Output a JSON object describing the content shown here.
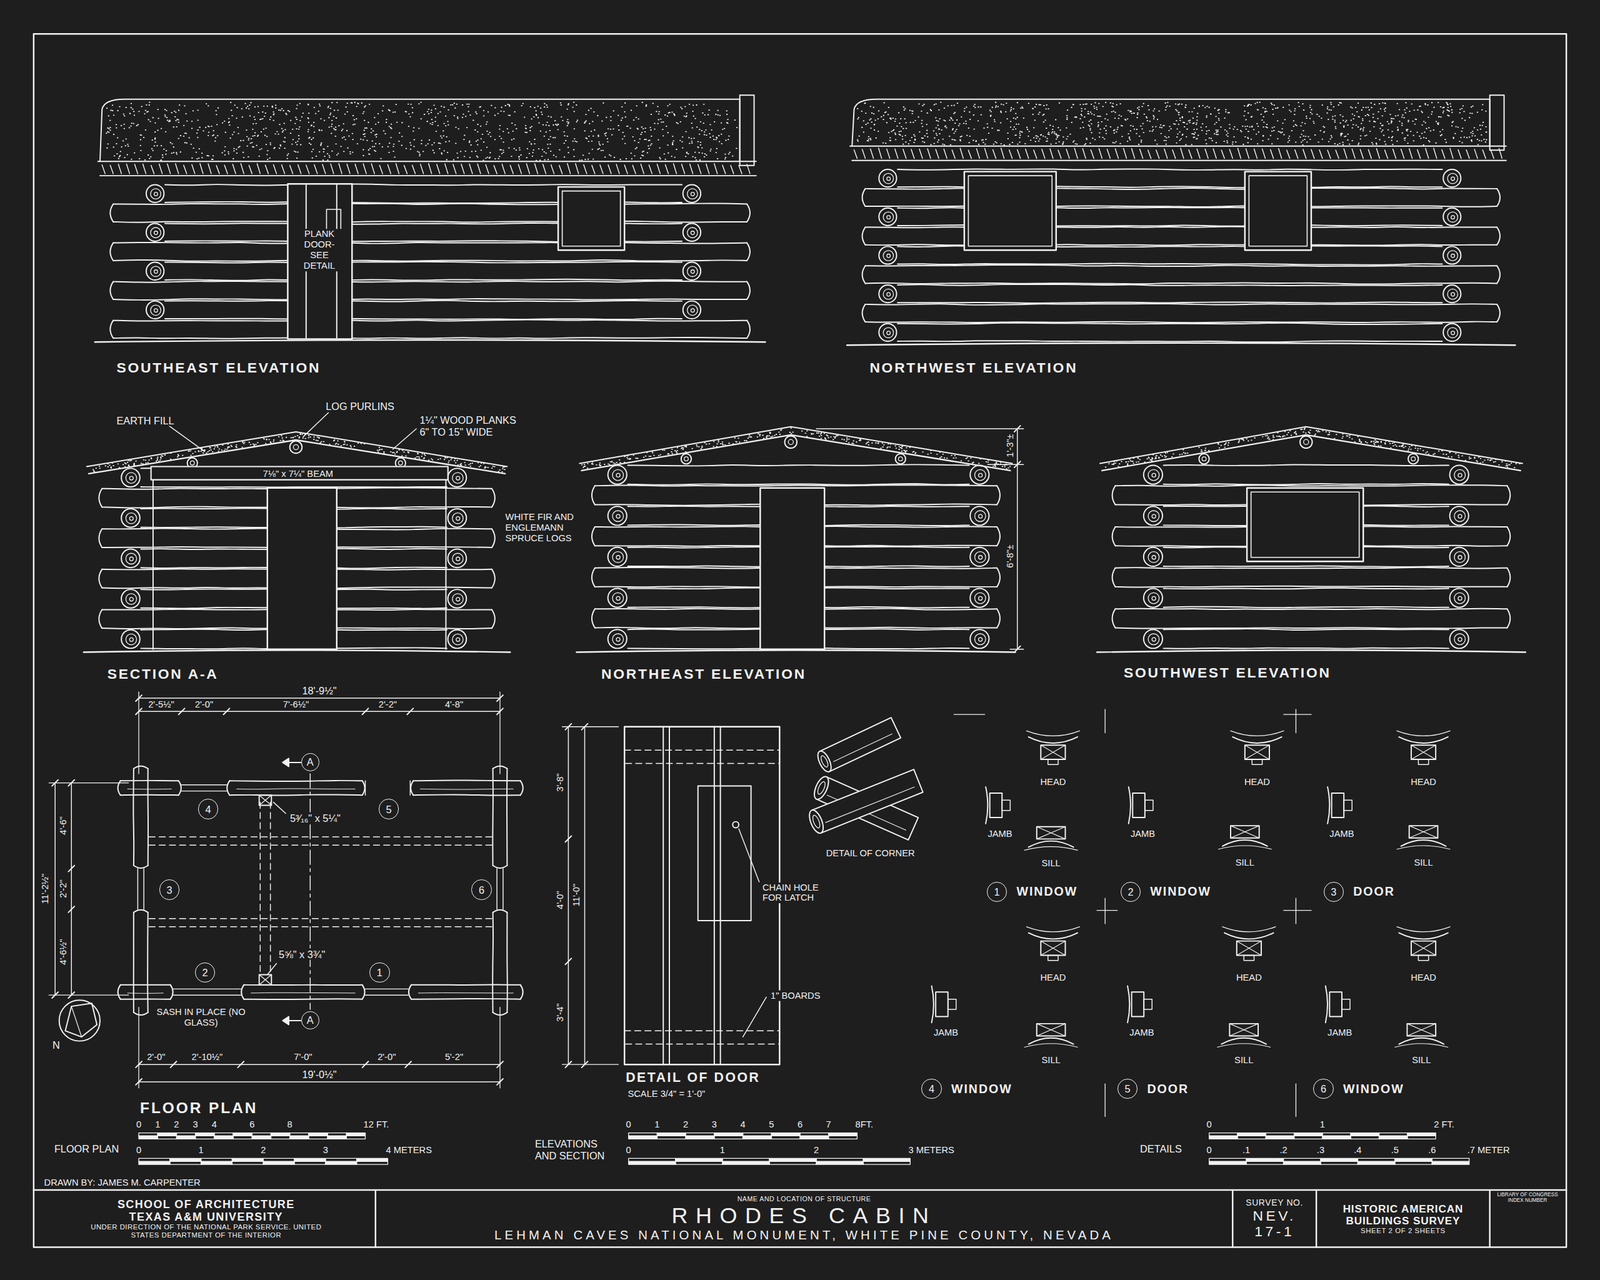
{
  "diagram": {
    "nodes": [
      {
        "text": [
          "A"
        ]
      },
      {
        "text": [
          "4"
        ]
      },
      {
        "text": [
          "5"
        ]
      },
      {
        "text": [
          "3"
        ]
      },
      {
        "text": [
          "6"
        ]
      },
      {
        "text": [
          "2"
        ]
      },
      {
        "text": [
          "1"
        ]
      },
      {
        "text": [
          "A"
        ]
      },
      {
        "text": [
          "1",
          "WINDOW"
        ]
      },
      {
        "text": [
          "2",
          "WINDOW"
        ]
      },
      {
        "text": [
          "3",
          "DOOR"
        ]
      },
      {
        "text": [
          "4",
          "WINDOW"
        ]
      },
      {
        "text": [
          "5",
          "DOOR"
        ]
      },
      {
        "text": [
          "6",
          "WINDOW"
        ]
      },
      {
        "text": [
          "SCHOOL OF ARCHITECTURE TEXAS A&M UNIVERSITY",
          "UNDER DIRECTION OF THE NATIONAL PARK SERVICE. UNITED STATES DEPARTMENT OF THE INTERIOR"
        ]
      },
      {
        "text": [
          "NAME AND LOCATION OF STRUCTURE",
          "RHODES CABIN",
          "LEHMAN CAVES NATIONAL MONUMENT, WHITE PINE COUNTY, NEVADA"
        ]
      },
      {
        "text": [
          "SURVEY NO.",
          "NEV. 17-1"
        ]
      },
      {
        "text": [
          "HISTORIC AMERICAN BUILDINGS SURVEY",
          "SHEET 2 OF 2 SHEETS"
        ]
      },
      {
        "text": [
          "LIBRARY OF CONGRESS INDEX NUMBER"
        ]
      }
    ],
    "labels": [
      "SOUTHEAST ELEVATION",
      "PLANK DOOR- SEE DETAIL",
      "NORTHWEST ELEVATION",
      "EARTH FILL",
      "LOG PURLINS",
      "1¼\" WOOD PLANKS 6\" TO 15\" WIDE",
      "7⅛\" x 7¼\" BEAM",
      "WHITE FIR AND ENGLEMANN SPRUCE LOGS",
      "1'-3\"±",
      "6'-8\"±",
      "SECTION A-A",
      "NORTHEAST ELEVATION",
      "SOUTHWEST ELEVATION",
      "18'-9½\"",
      "2'-5½\"",
      "2'-0\"",
      "7'-6½\"",
      "2'-2\"",
      "4'-8\"",
      "5³⁄₁₆\" x 5¼\"",
      "4'-6\"",
      "11'-2½\"",
      "2'-2\"",
      "4'-6½\"",
      "5⅝\" x 3¾\"",
      "SASH IN PLACE (NO GLASS)",
      "N",
      "2'-0\"",
      "2'-10½\"",
      "7'-0\"",
      "2'-0\"",
      "5'-2\"",
      "19'-0½\"",
      "FLOOR PLAN",
      "3'-8\"",
      "4'-0\"",
      "11'-0\"",
      "3'-4\"",
      "CHAIN HOLE FOR LATCH",
      "1\" BOARDS",
      "DETAIL OF DOOR",
      "SCALE 3/4\" = 1'-0\"",
      "DETAIL OF CORNER",
      "HEAD",
      "JAMB",
      "SILL",
      "HEAD",
      "JAMB",
      "SILL",
      "HEAD",
      "JAMB",
      "SILL",
      "HEAD",
      "JAMB",
      "SILL",
      "HEAD",
      "JAMB",
      "SILL",
      "HEAD",
      "JAMB",
      "SILL",
      "FLOOR PLAN",
      "0",
      "1",
      "2",
      "3",
      "4",
      "6",
      "8",
      "12 FT.",
      "0",
      "1",
      "2",
      "3",
      "4 METERS",
      "ELEVATIONS AND SECTION",
      "0",
      "1",
      "2",
      "3",
      "4",
      "5",
      "6",
      "7",
      "8FT.",
      "0",
      "1",
      "2",
      "3 METERS",
      "DETAILS",
      "0",
      "1",
      "2 FT.",
      "0",
      ".1",
      ".2",
      ".3",
      ".4",
      ".5",
      ".6",
      ".7 METER",
      "DRAWN BY: JAMES M. CARPENTER"
    ]
  }
}
